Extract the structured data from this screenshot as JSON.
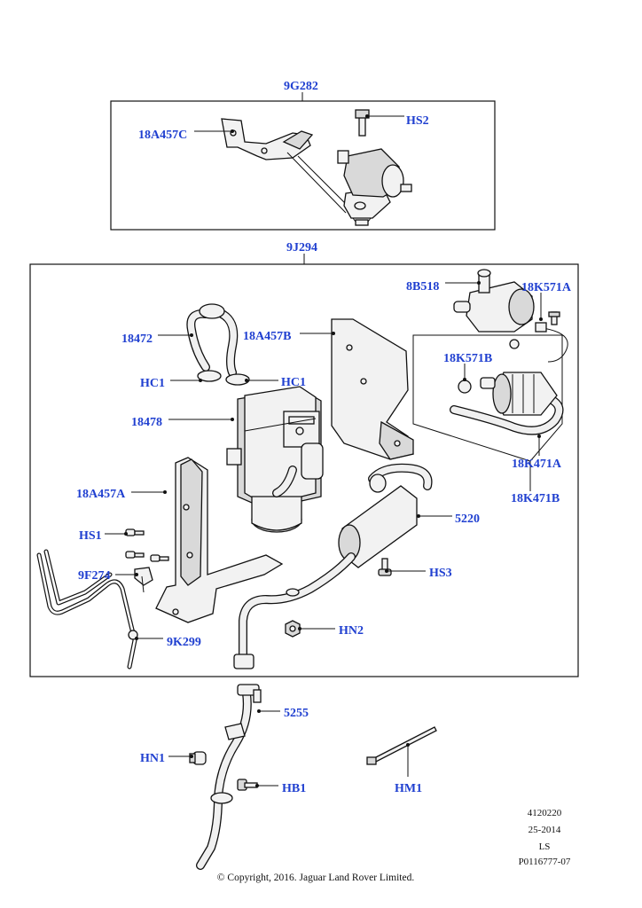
{
  "diagram": {
    "groups": {
      "upper": "9G282",
      "main": "9J294"
    },
    "callouts": {
      "c_18A457C": "18A457C",
      "c_HS2": "HS2",
      "c_8B518": "8B518",
      "c_18K571A": "18K571A",
      "c_18472": "18472",
      "c_18A457B": "18A457B",
      "c_18K571B": "18K571B",
      "c_HC1_left": "HC1",
      "c_HC1_right": "HC1",
      "c_18478": "18478",
      "c_18K471A": "18K471A",
      "c_18K471B": "18K471B",
      "c_18A457A": "18A457A",
      "c_5220": "5220",
      "c_HS1": "HS1",
      "c_9F274": "9F274",
      "c_HS3": "HS3",
      "c_HN2": "HN2",
      "c_9K299": "9K299",
      "c_5255": "5255",
      "c_HN1": "HN1",
      "c_HB1": "HB1",
      "c_HM1": "HM1"
    },
    "reference": {
      "line1": "4120220",
      "line2": "25-2014",
      "line3": "LS",
      "line4": "P0116777-07"
    },
    "copyright": "© Copyright, 2016. Jaguar Land Rover Limited."
  }
}
